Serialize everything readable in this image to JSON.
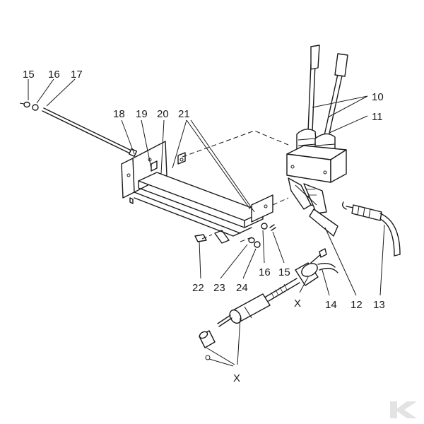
{
  "labels": [
    {
      "id": "15a",
      "text": "15"
    },
    {
      "id": "16a",
      "text": "16"
    },
    {
      "id": "17",
      "text": "17"
    },
    {
      "id": "18",
      "text": "18"
    },
    {
      "id": "19",
      "text": "19"
    },
    {
      "id": "20",
      "text": "20"
    },
    {
      "id": "21",
      "text": "21"
    },
    {
      "id": "10",
      "text": "10"
    },
    {
      "id": "11",
      "text": "11"
    },
    {
      "id": "22",
      "text": "22"
    },
    {
      "id": "23",
      "text": "23"
    },
    {
      "id": "24",
      "text": "24"
    },
    {
      "id": "16b",
      "text": "16"
    },
    {
      "id": "15b",
      "text": "15"
    },
    {
      "id": "14",
      "text": "14"
    },
    {
      "id": "12",
      "text": "12"
    },
    {
      "id": "13",
      "text": "13"
    },
    {
      "id": "xa",
      "text": "X"
    },
    {
      "id": "xb",
      "text": "X"
    }
  ],
  "watermark": {
    "icon": "k-logo-icon"
  }
}
